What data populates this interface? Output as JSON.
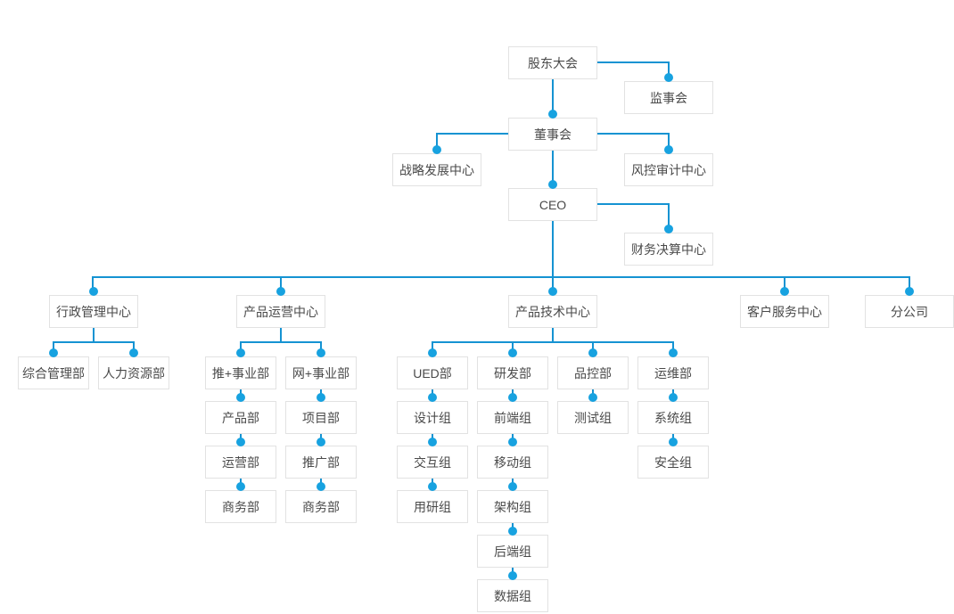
{
  "org": {
    "type": "org-chart",
    "colors": {
      "line": "#1593d2",
      "dot": "#17a2e0",
      "border": "#e2e2e2",
      "box_bg": "#ffffff",
      "text": "#4a4a4a",
      "canvas_bg": "#ffffff"
    },
    "nodes": {
      "shareholders_meeting": "股东大会",
      "supervisory_board": "监事会",
      "board_of_directors": "董事会",
      "strategy_center": "战略发展中心",
      "risk_audit_center": "风控审计中心",
      "ceo": "CEO",
      "finance_center": "财务决算中心",
      "admin_center": "行政管理中心",
      "product_ops_center": "产品运营中心",
      "product_tech_center": "产品技术中心",
      "customer_service_center": "客户服务中心",
      "branch_company": "分公司",
      "general_mgmt_dept": "综合管理部",
      "hr_dept": "人力资源部",
      "tui_division": "推+事业部",
      "wang_division": "网+事业部",
      "product_dept": "产品部",
      "operations_dept": "运营部",
      "business_dept_tui": "商务部",
      "project_dept": "项目部",
      "promotion_dept": "推广部",
      "business_dept_wang": "商务部",
      "ued_dept": "UED部",
      "design_team": "设计组",
      "interaction_team": "交互组",
      "user_research_team": "用研组",
      "rd_dept": "研发部",
      "frontend_team": "前端组",
      "mobile_team": "移动组",
      "architecture_team": "架构组",
      "backend_team": "后端组",
      "data_team": "数据组",
      "qc_dept": "品控部",
      "testing_team": "测试组",
      "ops_maintenance_dept": "运维部",
      "system_team": "系统组",
      "security_team": "安全组"
    },
    "edges": [
      [
        "shareholders_meeting",
        "supervisory_board"
      ],
      [
        "shareholders_meeting",
        "board_of_directors"
      ],
      [
        "board_of_directors",
        "strategy_center"
      ],
      [
        "board_of_directors",
        "risk_audit_center"
      ],
      [
        "board_of_directors",
        "ceo"
      ],
      [
        "ceo",
        "finance_center"
      ],
      [
        "ceo",
        "admin_center"
      ],
      [
        "ceo",
        "product_ops_center"
      ],
      [
        "ceo",
        "product_tech_center"
      ],
      [
        "ceo",
        "customer_service_center"
      ],
      [
        "ceo",
        "branch_company"
      ],
      [
        "admin_center",
        "general_mgmt_dept"
      ],
      [
        "admin_center",
        "hr_dept"
      ],
      [
        "product_ops_center",
        "tui_division"
      ],
      [
        "product_ops_center",
        "wang_division"
      ],
      [
        "tui_division",
        "product_dept"
      ],
      [
        "product_dept",
        "operations_dept"
      ],
      [
        "operations_dept",
        "business_dept_tui"
      ],
      [
        "wang_division",
        "project_dept"
      ],
      [
        "project_dept",
        "promotion_dept"
      ],
      [
        "promotion_dept",
        "business_dept_wang"
      ],
      [
        "product_tech_center",
        "ued_dept"
      ],
      [
        "product_tech_center",
        "rd_dept"
      ],
      [
        "product_tech_center",
        "qc_dept"
      ],
      [
        "product_tech_center",
        "ops_maintenance_dept"
      ],
      [
        "ued_dept",
        "design_team"
      ],
      [
        "design_team",
        "interaction_team"
      ],
      [
        "interaction_team",
        "user_research_team"
      ],
      [
        "rd_dept",
        "frontend_team"
      ],
      [
        "frontend_team",
        "mobile_team"
      ],
      [
        "mobile_team",
        "architecture_team"
      ],
      [
        "architecture_team",
        "backend_team"
      ],
      [
        "backend_team",
        "data_team"
      ],
      [
        "qc_dept",
        "testing_team"
      ],
      [
        "ops_maintenance_dept",
        "system_team"
      ],
      [
        "system_team",
        "security_team"
      ]
    ]
  }
}
